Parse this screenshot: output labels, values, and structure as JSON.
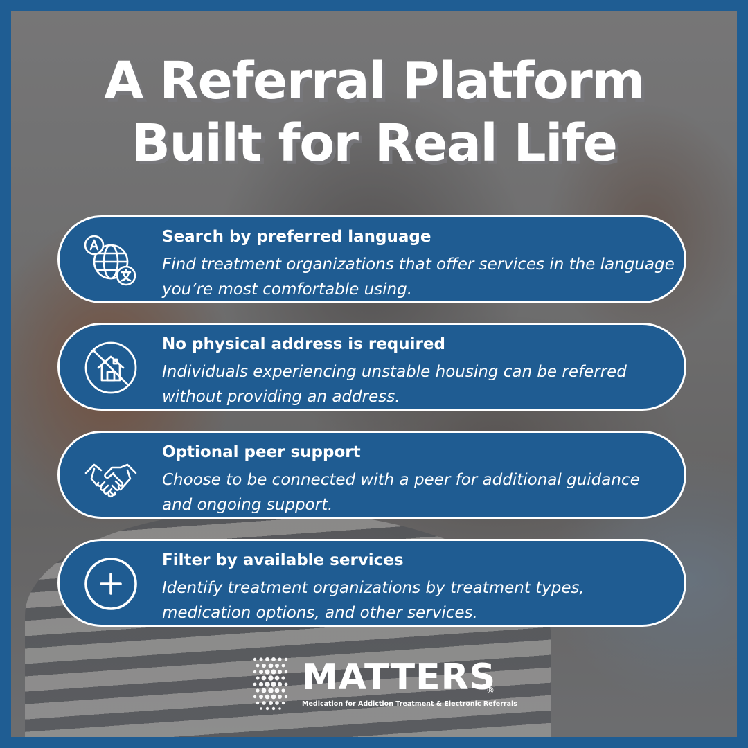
{
  "title": {
    "line1": "A Referral Platform",
    "line2": "Built for Real Life"
  },
  "features": [
    {
      "heading": "Search by preferred language",
      "description": "Find treatment organizations that offer services in the language you’re most comfortable using.",
      "icon": "globe-translate-icon"
    },
    {
      "heading": "No physical address is required",
      "description": "Individuals experiencing unstable housing can be referred without providing an address.",
      "icon": "no-house-icon"
    },
    {
      "heading": "Optional peer support",
      "description": "Choose to be connected with a peer for additional guidance and ongoing support.",
      "icon": "handshake-icon"
    },
    {
      "heading": "Filter by available services",
      "description": "Identify treatment organizations by treatment types, medication options, and other services.",
      "icon": "plus-circle-icon"
    }
  ],
  "logo": {
    "name": "MATTERS",
    "registered": "®",
    "tagline": "Medication for Addiction Treatment & Electronic Referrals"
  },
  "colors": {
    "brand_blue": "#1f5c92",
    "white": "#ffffff"
  }
}
